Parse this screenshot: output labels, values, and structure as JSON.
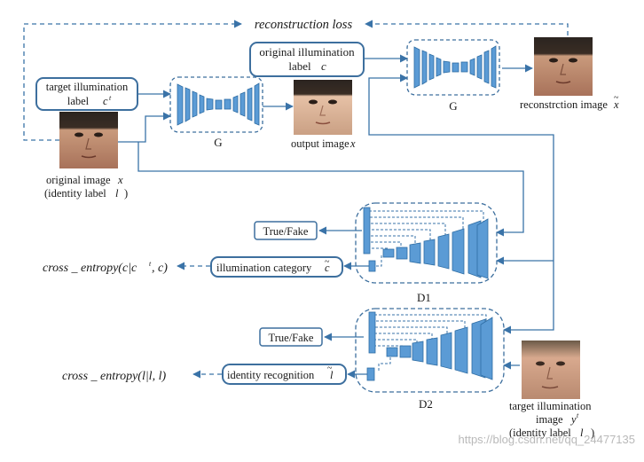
{
  "loss": {
    "reconstruction": "reconstruction loss"
  },
  "inputs": {
    "target_label_line1": "target illumination",
    "target_label_line2": "label",
    "target_label_var": "c",
    "original_label_line1": "original illumination",
    "original_label_line2": "label",
    "original_label_var": "c"
  },
  "generator": {
    "name": "G"
  },
  "captions": {
    "output_image": "output image",
    "output_image_var": "x",
    "reconstruction_image": "reconstrction image",
    "reconstruction_image_var": "x",
    "original_image_line1": "original image",
    "original_image_var": "x",
    "original_image_line2": "(identity label",
    "original_image_line2_var": "l",
    "original_image_line2_close": ")",
    "target_image_line1": "target illumination",
    "target_image_line2": "image",
    "target_image_var": "y",
    "target_image_line3": "(identity label",
    "target_image_line3_var": "l",
    "target_image_line3_close": ")"
  },
  "discriminators": {
    "d1": {
      "name": "D1",
      "true_fake": "True/Fake",
      "category": "illumination category",
      "category_var": "c",
      "loss": "cross _ entropy(c|c",
      "loss_tail": ", c)"
    },
    "d2": {
      "name": "D2",
      "true_fake": "True/Fake",
      "category": "identity recognition",
      "category_var": "l",
      "loss": "cross _ entropy(l|l, l)"
    }
  },
  "watermark": "https://blog.csdn.net/qq_24477135",
  "colors": {
    "line": "#3a73a8",
    "box_border": "#3d6f9e",
    "block_dark": "#2e6da4",
    "block_light": "#5b9bd5",
    "watermark": "#b9b9b9"
  }
}
